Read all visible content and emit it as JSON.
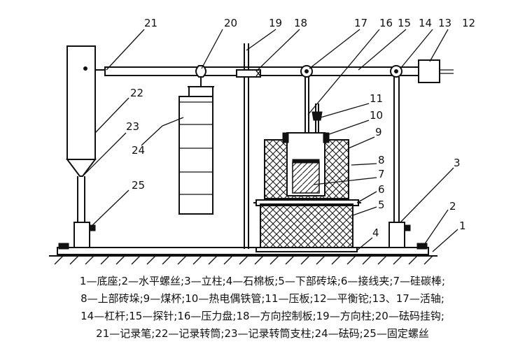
{
  "labels": {
    "n1": "1",
    "n2": "2",
    "n3": "3",
    "n4": "4",
    "n5": "5",
    "n6": "6",
    "n7": "7",
    "n8": "8",
    "n9": "9",
    "n10": "10",
    "n11": "11",
    "n12": "12",
    "n13": "13",
    "n14": "14",
    "n15": "15",
    "n16": "16",
    "n17": "17",
    "n18": "18",
    "n19": "19",
    "n20": "20",
    "n21": "21",
    "n22": "22",
    "n23": "23",
    "n24": "24",
    "n25": "25"
  },
  "legend": {
    "line1": "1—底座;2—水平螺丝;3—立柱;4—石棉板;5—下部砖垛;6—接线夹;7—硅碳棒;",
    "line2": "8—上部砖垛;9—煤杯;10—热电偶铁管;11—压板;12—平衡铊;13、17—活轴;",
    "line3": "14—杠杆;15—探针;16—压力盘;18—方向控制板;19—方向柱;20—砝码挂钩;",
    "line4": "21—记录笔;22—记录转筒;23—记录转筒支柱;24—砝码;25—固定螺丝"
  }
}
